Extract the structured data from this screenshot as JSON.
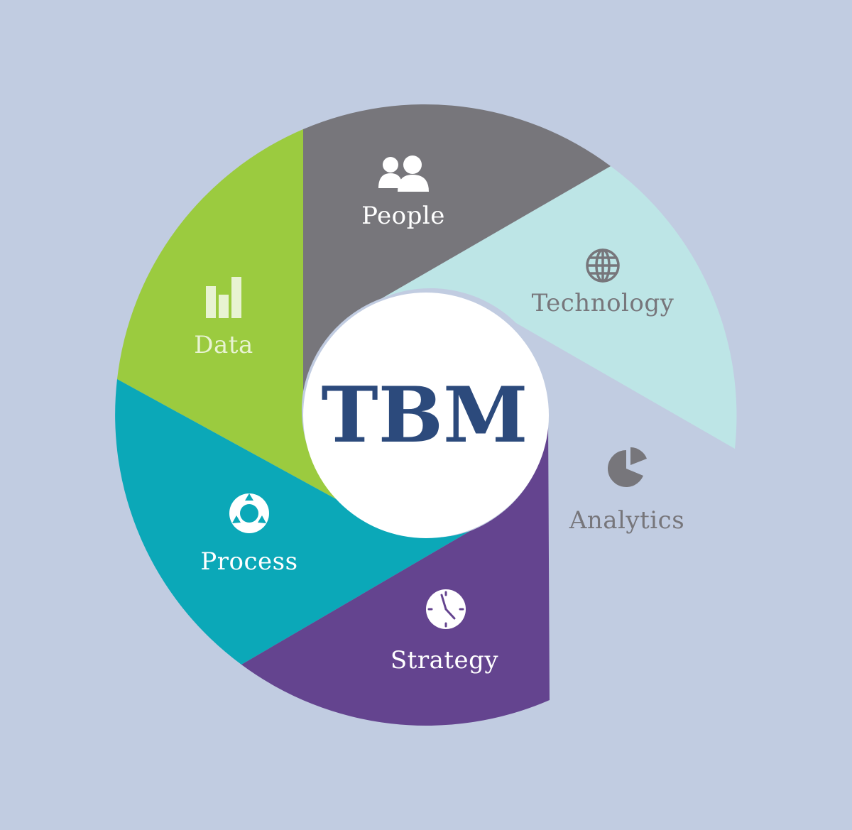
{
  "background_color": "#c1cce1",
  "center": {
    "label": "TBM",
    "color": "#2c4a7c",
    "fill": "#ffffff"
  },
  "segments": [
    {
      "label": "People",
      "icon": "people-icon",
      "color": "#77767b",
      "text_color": "#ffffff"
    },
    {
      "label": "Technology",
      "icon": "globe-icon",
      "color": "#bde5e6",
      "text_color": "#77767b"
    },
    {
      "label": "Analytics",
      "icon": "pie-chart-icon",
      "color": "#c1cce1",
      "text_color": "#77767b"
    },
    {
      "label": "Strategy",
      "icon": "clock-icon",
      "color": "#64448f",
      "text_color": "#ffffff"
    },
    {
      "label": "Process",
      "icon": "cycle-icon",
      "color": "#0ba8b8",
      "text_color": "#ffffff"
    },
    {
      "label": "Data",
      "icon": "bar-chart-icon",
      "color": "#9bcb3f",
      "text_color": "#e8f3d2"
    }
  ]
}
